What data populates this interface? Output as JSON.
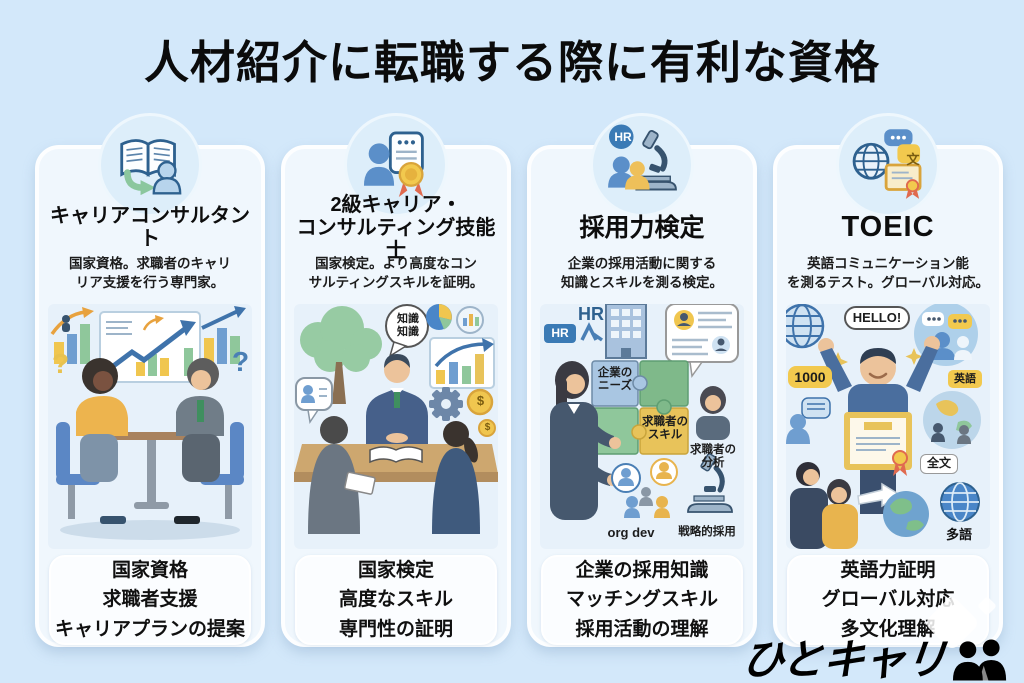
{
  "page": {
    "title": "人材紹介に転職する際に有利な資格",
    "background_color": "#d3e8fa"
  },
  "logo": {
    "text": "ひとキャリ",
    "icon": "two-people-silhouette-icon"
  },
  "cards": [
    {
      "id": "career-consultant",
      "icon_name": "open-book-person-arrow-icon",
      "title": "キャリアコンサルタント",
      "description": "国家資格。求職者のキャリ\nリア支援を行う専門家。",
      "illustration": {
        "question_left": "?",
        "question_right": "?"
      },
      "summary": [
        "国家資格",
        "求職者支援",
        "キャリアプランの提案"
      ]
    },
    {
      "id": "career-consulting-ginoshi-grade2",
      "icon_name": "person-document-medal-icon",
      "title": "2級キャリア・\nコンサルティング技能士",
      "description": "国家検定。より高度なコン\nサルティングスキルを証明。",
      "illustration": {
        "knowledge_bubble": "知識\n知識",
        "dollar_large": "$",
        "dollar_small": "$"
      },
      "summary": [
        "国家検定",
        "高度なスキル",
        "専門性の証明"
      ]
    },
    {
      "id": "saiyoryoku-kentei",
      "icon_name": "microscope-people-hr-icon",
      "icon_badge": "HR",
      "title": "採用力検定",
      "description": "企業の採用活動に関する\n知識とスキルを測る検定。",
      "illustration": {
        "hr_badge": "HR",
        "hr_text": "HR",
        "puzzle_company_needs": "企業の\nニーズ",
        "puzzle_jobseeker_skill": "求職者の\nスキル",
        "jobseeker_analysis": "求職者の\n分析",
        "org_dev": "org dev",
        "strategic_hiring": "戦略的採用"
      },
      "summary": [
        "企業の採用知識",
        "マッチングスキル",
        "採用活動の理解"
      ]
    },
    {
      "id": "toeic",
      "icon_name": "globe-speech-certificate-icon",
      "icon_char": "文",
      "title": "TOEIC",
      "description": "英語コミュニケーション能\nを測るテスト。グローバル対応。",
      "illustration": {
        "hello_bubble": "HELLO!",
        "score_bubble": "1000",
        "english_label": "英語",
        "fulltext_label": "全文",
        "multilang_label": "多語"
      },
      "summary": [
        "英語力証明",
        "グローバル対応",
        "多文化理解"
      ]
    }
  ]
}
